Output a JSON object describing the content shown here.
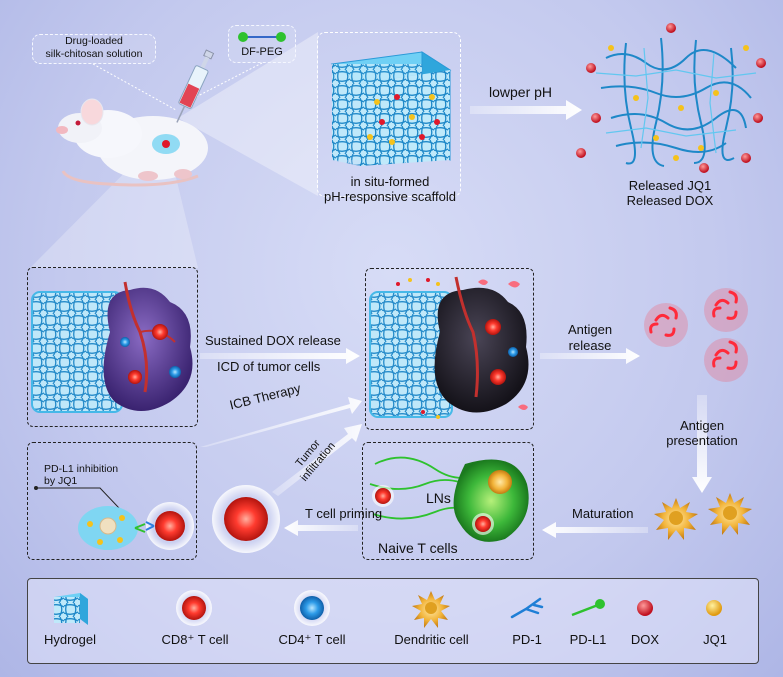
{
  "top": {
    "solution_label": "Drug-loaded\nsilk-chitosan solution",
    "dfpeg_label": "DF-PEG",
    "scaffold_label": "in situ-formed\npH-responsive scaffold",
    "ph_label": "lowper pH",
    "released_label": "Released JQ1\nReleased DOX"
  },
  "flow": {
    "dox_release": "Sustained DOX release",
    "icd": "ICD of tumor cells",
    "icb": "ICB Therapy",
    "antigen_release": "Antigen\nrelease",
    "antigen_presentation": "Antigen\npresentation",
    "maturation": "Maturation",
    "tumor_infiltration": "Tumor\ninfiltration",
    "t_cell_priming": "T cell\npriming",
    "lns": "LNs",
    "naive_t_cells": "Naive T cells",
    "pdl1_inhibition": "PD-L1 inhibition\nby JQ1"
  },
  "legend": {
    "items": [
      {
        "label": "Hydrogel"
      },
      {
        "label": "CD8⁺ T cell"
      },
      {
        "label": "CD4⁺ T cell"
      },
      {
        "label": "Dendritic cell"
      },
      {
        "label": "PD-1"
      },
      {
        "label": "PD-L1"
      },
      {
        "label": "DOX"
      },
      {
        "label": "JQ1"
      }
    ]
  },
  "colors": {
    "hydrogel": "#3fb8e8",
    "tumor": "#5a3b8c",
    "cd8": "#ff3b2f",
    "cd4": "#2d9be8",
    "dendritic": "#f2b43a",
    "ln": "#2db52d",
    "dox": "#e0182a",
    "jq1": "#f5c21b"
  }
}
